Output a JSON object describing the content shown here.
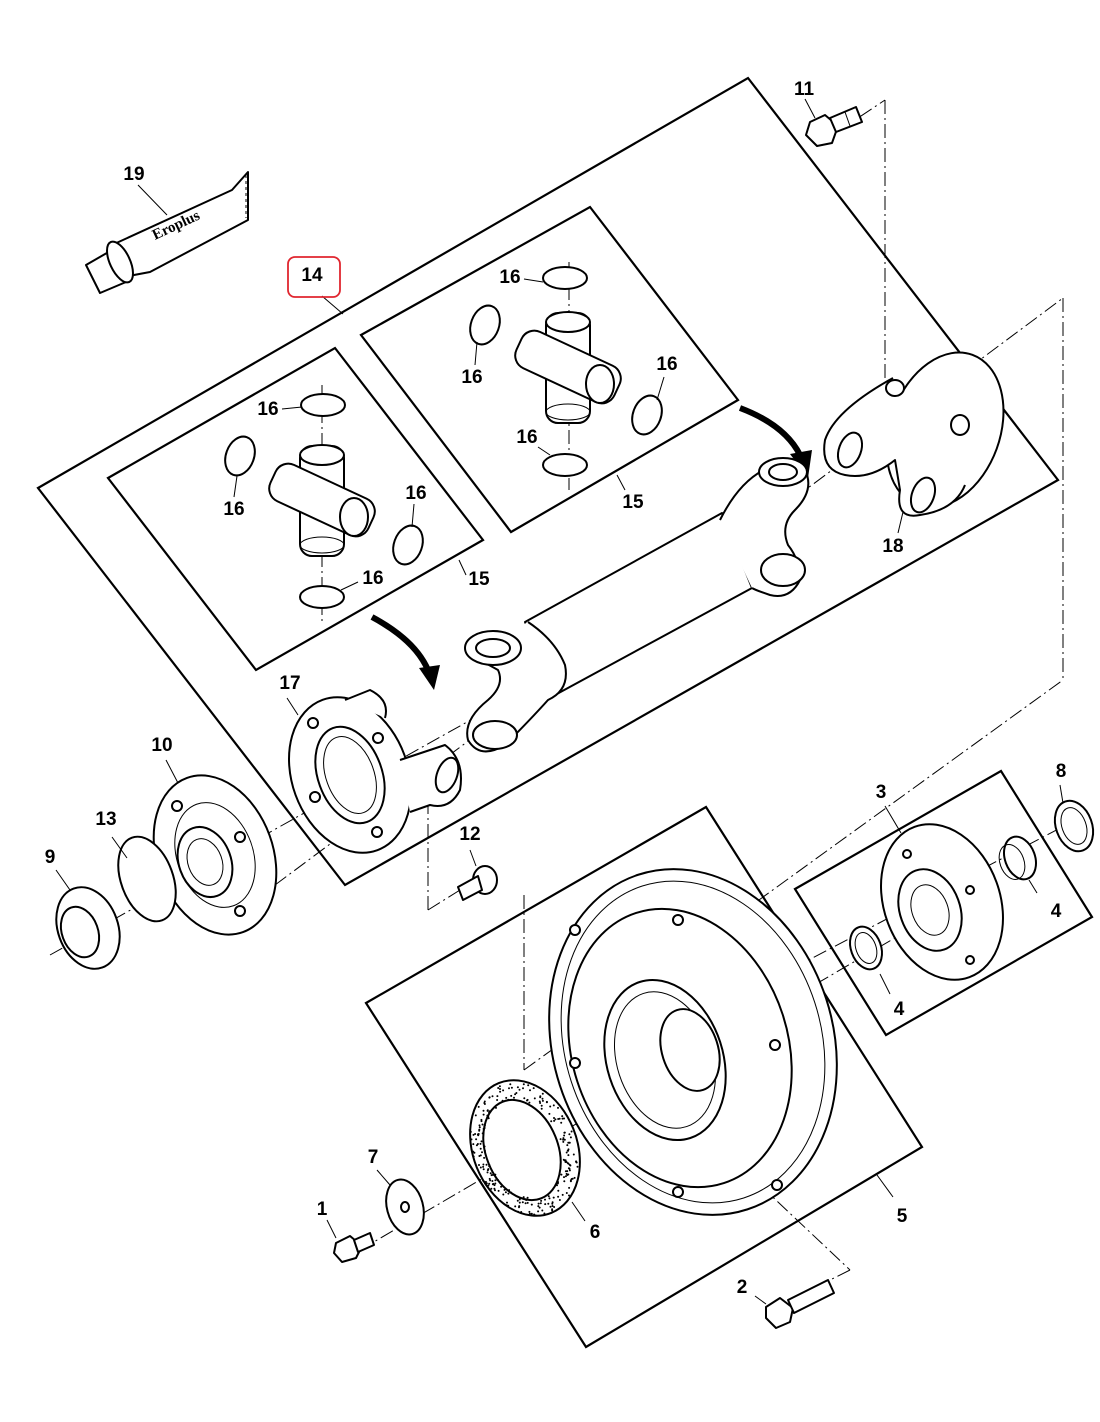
{
  "diagram": {
    "title": "Drive shaft assembly exploded view",
    "highlight_color": "#e0262f",
    "highlighted_callout": "14",
    "tube_label": "Eroplus",
    "callouts": {
      "c1": "1",
      "c2": "2",
      "c3": "3",
      "c4a": "4",
      "c4b": "4",
      "c5": "5",
      "c6": "6",
      "c7": "7",
      "c8": "8",
      "c9": "9",
      "c10": "10",
      "c11": "11",
      "c12": "12",
      "c13": "13",
      "c14": "14",
      "c15a": "15",
      "c15b": "15",
      "c16_l1": "16",
      "c16_l2": "16",
      "c16_l3": "16",
      "c16_l4": "16",
      "c16_r1": "16",
      "c16_r2": "16",
      "c16_r3": "16",
      "c16_r4": "16",
      "c17": "17",
      "c18": "18",
      "c19": "19"
    },
    "parts": [
      {
        "ref": "1",
        "name": "Hex bolt"
      },
      {
        "ref": "2",
        "name": "Flange bolt"
      },
      {
        "ref": "3",
        "name": "Bearing flange"
      },
      {
        "ref": "4",
        "name": "Bushing"
      },
      {
        "ref": "5",
        "name": "Flexible coupling"
      },
      {
        "ref": "6",
        "name": "Seal"
      },
      {
        "ref": "7",
        "name": "Washer"
      },
      {
        "ref": "8",
        "name": "Shim ring"
      },
      {
        "ref": "9",
        "name": "Seal"
      },
      {
        "ref": "10",
        "name": "Bearing flange"
      },
      {
        "ref": "11",
        "name": "Flange bolt"
      },
      {
        "ref": "12",
        "name": "Flange screw"
      },
      {
        "ref": "13",
        "name": "O-ring"
      },
      {
        "ref": "14",
        "name": "Drive shaft assembly"
      },
      {
        "ref": "15",
        "name": "Universal joint kit"
      },
      {
        "ref": "16",
        "name": "Snap ring"
      },
      {
        "ref": "17",
        "name": "Flange yoke"
      },
      {
        "ref": "18",
        "name": "Flange yoke"
      },
      {
        "ref": "19",
        "name": "Grease tube"
      }
    ]
  }
}
